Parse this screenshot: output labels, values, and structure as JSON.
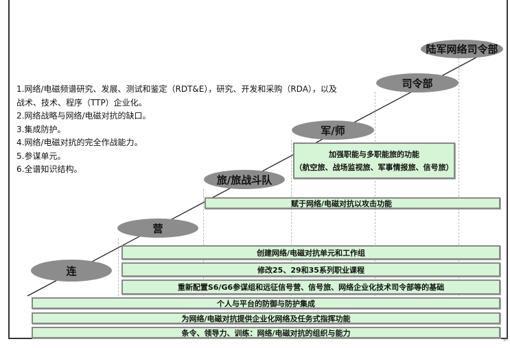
{
  "levels": [
    "连",
    "营",
    "旅/旅战斗队",
    "军/师",
    "司令部",
    "陆军网络司令部"
  ],
  "list": [
    "1.网络/电磁频谱研究、发展、测试和鉴定（RDT&E），研究、开发和采购（RDA），以及",
    "战术、技术、程序（TTP）企业化。",
    "2.网络战略与网络/电磁对抗的缺口。",
    "3.集成防护。",
    "4.网络/电磁对抗的完全作战能力。",
    "5.参谋单元。",
    "6.全谱知识结构。"
  ],
  "boxes": {
    "division_line1": "加强职能与多职能旅的功能",
    "division_line2": "（航空旅、战场监视旅、军事情报旅、信号旅）",
    "brigade": "赋于网络/电磁对抗以攻击功能",
    "battalion1": "创建网络/电磁对抗单元和工作组",
    "battalion2": "修改25、29和35系列职业课程",
    "battalion3": "重新配置S6/G6参谋组和远征信号营、信号旅、网络企业化技术司令部等的基础",
    "all1": "个人与平台的防御与防护集成",
    "all2": "为网络/电磁对抗提供企业化网络及任务式指挥功能",
    "all3": "条令、领导力、训练：网络/电磁对抗的组织与能力"
  },
  "colors": {
    "box_fill": "#d6f5d6",
    "ellipse": "#8c8c8c"
  }
}
